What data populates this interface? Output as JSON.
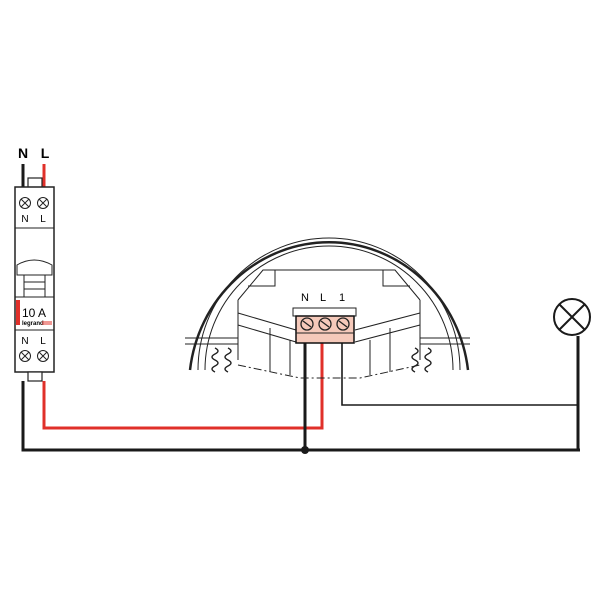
{
  "supply": {
    "neutral_label": "N",
    "live_label": "L"
  },
  "breaker": {
    "top_labels": {
      "n": "N",
      "l": "L"
    },
    "rating": "10 A",
    "brand": "legrand",
    "bottom_labels": {
      "n": "N",
      "l": "L"
    }
  },
  "detector": {
    "terminal_labels": {
      "n": "N",
      "l": "L",
      "out": "1"
    }
  },
  "colors": {
    "live": "#e0302a",
    "neutral": "#1a1a1a",
    "terminal_block": "#f5c9ba"
  }
}
